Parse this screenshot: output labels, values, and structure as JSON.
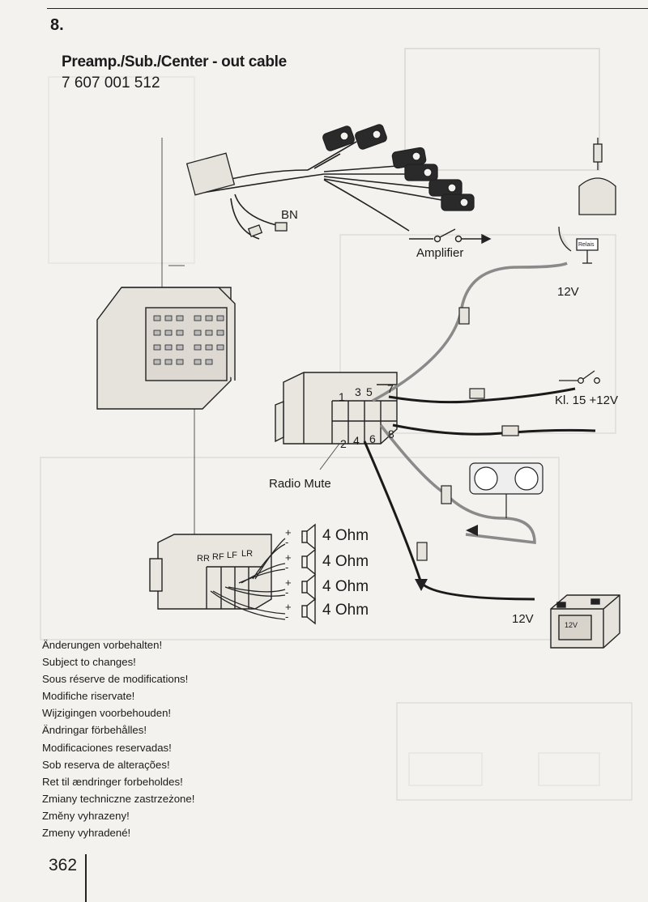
{
  "section": {
    "number": "8."
  },
  "cable": {
    "title": "Preamp./Sub./Center - out cable",
    "part_number": "7 607 001 512"
  },
  "labels": {
    "bn": "BN",
    "amplifier": "Amplifier",
    "volt_12_top": "12V",
    "kl15": "Kl. 15 +12V",
    "radio_mute": "Radio Mute",
    "volt_12_bottom": "12V",
    "relais": "Relais",
    "battery": "12V"
  },
  "pins": {
    "p1": "1",
    "p2": "2",
    "p3": "3",
    "p4": "4",
    "p5": "5",
    "p6": "6",
    "p7": "7",
    "p8": "8"
  },
  "connector_c": {
    "rr": "RR",
    "rf": "RF",
    "lf": "LF",
    "lr": "LR"
  },
  "speakers": [
    "4 Ohm",
    "4 Ohm",
    "4 Ohm",
    "4 Ohm"
  ],
  "notices": [
    "Änderungen vorbehalten!",
    "Subject to changes!",
    "Sous réserve de modifications!",
    "Modifiche riservate!",
    "Wijzigingen voorbehouden!",
    "Ändringar förbehålles!",
    "Modificaciones reservadas!",
    "Sob reserva de alterações!",
    "Ret til ændringer forbeholdes!",
    "Zmiany techniczne zastrzeżone!",
    "Změny vyhrazeny!",
    "Zmeny vyhradené!"
  ],
  "page_number": "362"
}
